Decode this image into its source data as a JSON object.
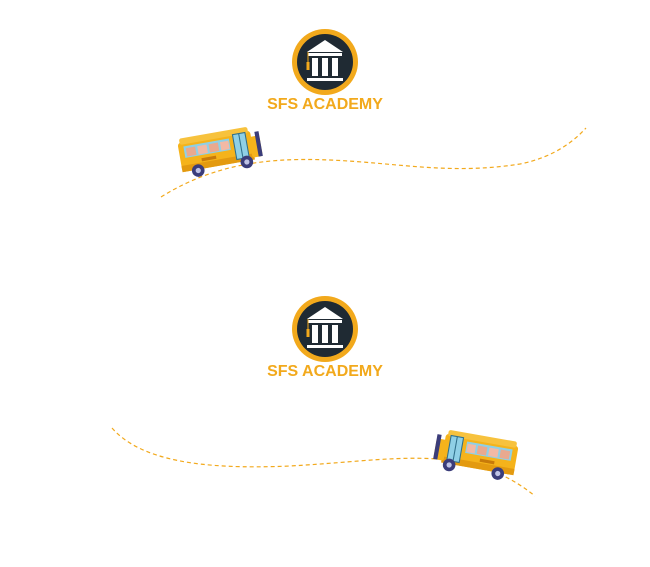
{
  "colors": {
    "brand_orange": "#f2a91c",
    "emblem_dark": "#1f2a33",
    "bus_yellow": "#f5b31b",
    "bus_wheel": "#3b3d7a",
    "path_dash": "#f2a91c"
  },
  "logos": [
    {
      "icon": "academy-pillar-emblem-icon",
      "text": "SFS ACADEMY"
    },
    {
      "icon": "academy-pillar-emblem-icon",
      "text": "SFS ACADEMY"
    }
  ],
  "scenes": [
    {
      "bus_icon": "school-bus-icon",
      "bus_direction": "right",
      "path": "dashed-curve"
    },
    {
      "bus_icon": "school-bus-icon",
      "bus_direction": "left",
      "path": "dashed-curve"
    }
  ]
}
